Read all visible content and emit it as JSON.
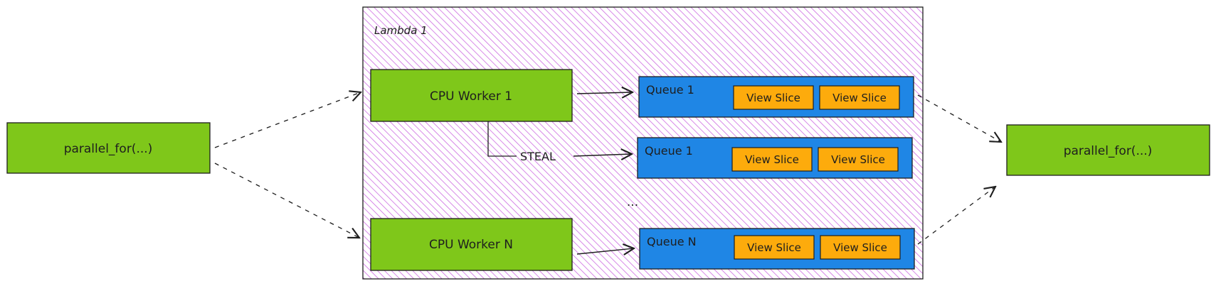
{
  "colors": {
    "green": "#7fc71a",
    "blue": "#1f86e5",
    "orange": "#fdab0c",
    "hatch": "#cd6be2",
    "ink": "#1e1e1e"
  },
  "left_node": {
    "label": "parallel_for(...)"
  },
  "right_node": {
    "label": "parallel_for(...)"
  },
  "lambda": {
    "title": "Lambda 1"
  },
  "workers": [
    {
      "label": "CPU Worker 1"
    },
    {
      "label": "CPU Worker N"
    }
  ],
  "steal_label": "STEAL",
  "ellipsis": "...",
  "queues": [
    {
      "label": "Queue 1",
      "slices": [
        "View Slice",
        "View Slice"
      ]
    },
    {
      "label": "Queue 1",
      "slices": [
        "View Slice",
        "View Slice"
      ]
    },
    {
      "label": "Queue N",
      "slices": [
        "View Slice",
        "View Slice"
      ]
    }
  ]
}
